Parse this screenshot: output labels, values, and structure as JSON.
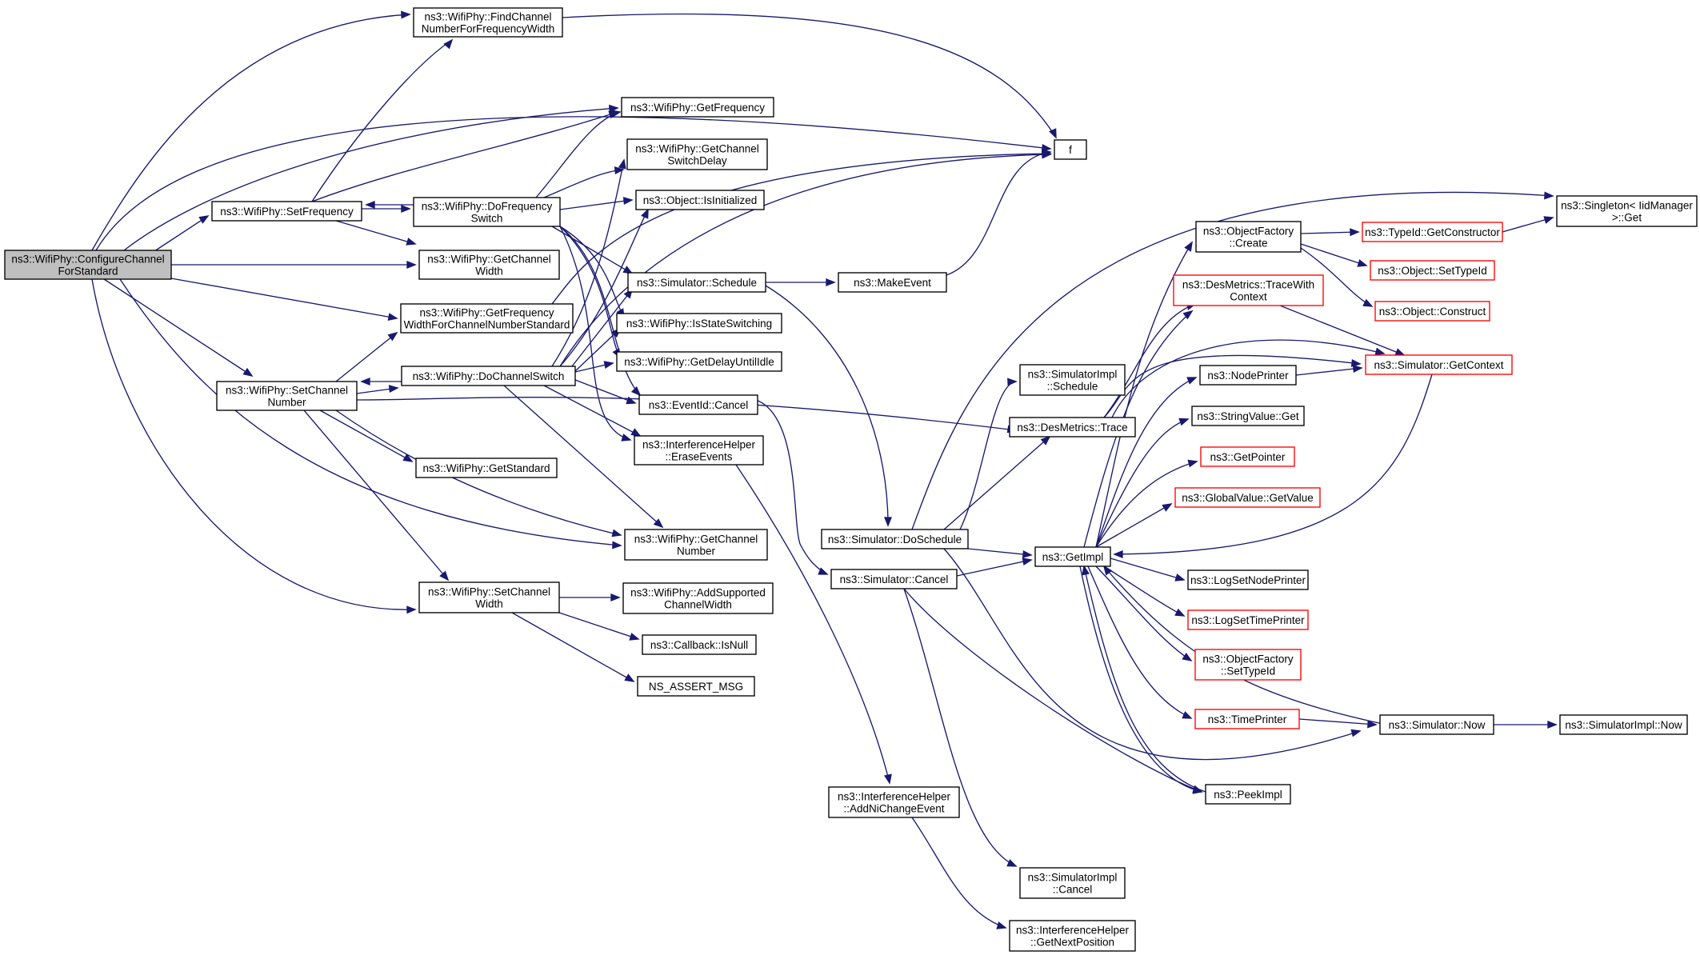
{
  "nodes": [
    {
      "id": "configure",
      "lines": [
        "ns3::WifiPhy::ConfigureChannel",
        "ForStandard"
      ],
      "style": "root"
    },
    {
      "id": "findchan",
      "lines": [
        "ns3::WifiPhy::FindChannel",
        "NumberForFrequencyWidth"
      ],
      "style": "normal"
    },
    {
      "id": "getfreq",
      "lines": [
        "ns3::WifiPhy::GetFrequency"
      ],
      "style": "normal"
    },
    {
      "id": "f",
      "lines": [
        "f"
      ],
      "style": "normal"
    },
    {
      "id": "getchswdelay",
      "lines": [
        "ns3::WifiPhy::GetChannel",
        "SwitchDelay"
      ],
      "style": "normal"
    },
    {
      "id": "setfreq",
      "lines": [
        "ns3::WifiPhy::SetFrequency"
      ],
      "style": "normal"
    },
    {
      "id": "dofreqsw",
      "lines": [
        "ns3::WifiPhy::DoFrequency",
        "Switch"
      ],
      "style": "normal"
    },
    {
      "id": "isinit",
      "lines": [
        "ns3::Object::IsInitialized"
      ],
      "style": "normal"
    },
    {
      "id": "getchwidth",
      "lines": [
        "ns3::WifiPhy::GetChannel",
        "Width"
      ],
      "style": "normal"
    },
    {
      "id": "schedule",
      "lines": [
        "ns3::Simulator::Schedule"
      ],
      "style": "normal"
    },
    {
      "id": "makeevent",
      "lines": [
        "ns3::MakeEvent"
      ],
      "style": "normal"
    },
    {
      "id": "getfreqwidth",
      "lines": [
        "ns3::WifiPhy::GetFrequency",
        "WidthForChannelNumberStandard"
      ],
      "style": "normal"
    },
    {
      "id": "isstatesw",
      "lines": [
        "ns3::WifiPhy::IsStateSwitching"
      ],
      "style": "normal"
    },
    {
      "id": "getdelay",
      "lines": [
        "ns3::WifiPhy::GetDelayUntilIdle"
      ],
      "style": "normal"
    },
    {
      "id": "setchnum",
      "lines": [
        "ns3::WifiPhy::SetChannel",
        "Number"
      ],
      "style": "normal"
    },
    {
      "id": "dochsw",
      "lines": [
        "ns3::WifiPhy::DoChannelSwitch"
      ],
      "style": "normal"
    },
    {
      "id": "evcancel",
      "lines": [
        "ns3::EventId::Cancel"
      ],
      "style": "normal"
    },
    {
      "id": "erase",
      "lines": [
        "ns3::InterferenceHelper",
        "::EraseEvents"
      ],
      "style": "normal"
    },
    {
      "id": "getstd",
      "lines": [
        "ns3::WifiPhy::GetStandard"
      ],
      "style": "normal"
    },
    {
      "id": "getchnum",
      "lines": [
        "ns3::WifiPhy::GetChannel",
        "Number"
      ],
      "style": "normal"
    },
    {
      "id": "setchwidth",
      "lines": [
        "ns3::WifiPhy::SetChannel",
        "Width"
      ],
      "style": "normal"
    },
    {
      "id": "addsupp",
      "lines": [
        "ns3::WifiPhy::AddSupported",
        "ChannelWidth"
      ],
      "style": "normal"
    },
    {
      "id": "isnull",
      "lines": [
        "ns3::Callback::IsNull"
      ],
      "style": "normal"
    },
    {
      "id": "assert",
      "lines": [
        "NS_ASSERT_MSG"
      ],
      "style": "normal"
    },
    {
      "id": "doschedule",
      "lines": [
        "ns3::Simulator::DoSchedule"
      ],
      "style": "normal"
    },
    {
      "id": "simcancel",
      "lines": [
        "ns3::Simulator::Cancel"
      ],
      "style": "normal"
    },
    {
      "id": "addni",
      "lines": [
        "ns3::InterferenceHelper",
        "::AddNiChangeEvent"
      ],
      "style": "normal"
    },
    {
      "id": "implschedule",
      "lines": [
        "ns3::SimulatorImpl",
        "::Schedule"
      ],
      "style": "normal"
    },
    {
      "id": "destrace",
      "lines": [
        "ns3::DesMetrics::Trace"
      ],
      "style": "normal"
    },
    {
      "id": "implcancel",
      "lines": [
        "ns3::SimulatorImpl",
        "::Cancel"
      ],
      "style": "normal"
    },
    {
      "id": "getnextpos",
      "lines": [
        "ns3::InterferenceHelper",
        "::GetNextPosition"
      ],
      "style": "normal"
    },
    {
      "id": "objcreate",
      "lines": [
        "ns3::ObjectFactory",
        "::Create"
      ],
      "style": "normal"
    },
    {
      "id": "tracewith",
      "lines": [
        "ns3::DesMetrics::TraceWith",
        "Context"
      ],
      "style": "red"
    },
    {
      "id": "nodeprinter",
      "lines": [
        "ns3::NodePrinter"
      ],
      "style": "normal"
    },
    {
      "id": "strget",
      "lines": [
        "ns3::StringValue::Get"
      ],
      "style": "normal"
    },
    {
      "id": "getpointer",
      "lines": [
        "ns3::GetPointer"
      ],
      "style": "red"
    },
    {
      "id": "gvget",
      "lines": [
        "ns3::GlobalValue::GetValue"
      ],
      "style": "red"
    },
    {
      "id": "getimpl",
      "lines": [
        "ns3::GetImpl"
      ],
      "style": "normal"
    },
    {
      "id": "lognode",
      "lines": [
        "ns3::LogSetNodePrinter"
      ],
      "style": "normal"
    },
    {
      "id": "logtime",
      "lines": [
        "ns3::LogSetTimePrinter"
      ],
      "style": "red"
    },
    {
      "id": "settypeid2",
      "lines": [
        "ns3::ObjectFactory",
        "::SetTypeId"
      ],
      "style": "red"
    },
    {
      "id": "timeprinter",
      "lines": [
        "ns3::TimePrinter"
      ],
      "style": "red"
    },
    {
      "id": "peekimpl",
      "lines": [
        "ns3::PeekImpl"
      ],
      "style": "normal"
    },
    {
      "id": "getctor",
      "lines": [
        "ns3::TypeId::GetConstructor"
      ],
      "style": "red"
    },
    {
      "id": "objsettid",
      "lines": [
        "ns3::Object::SetTypeId"
      ],
      "style": "red"
    },
    {
      "id": "objconstruct",
      "lines": [
        "ns3::Object::Construct"
      ],
      "style": "red"
    },
    {
      "id": "getcontext",
      "lines": [
        "ns3::Simulator::GetContext"
      ],
      "style": "red"
    },
    {
      "id": "singleton",
      "lines": [
        "ns3::Singleton< IidManager",
        ">::Get"
      ],
      "style": "normal"
    },
    {
      "id": "simnow",
      "lines": [
        "ns3::Simulator::Now"
      ],
      "style": "normal"
    },
    {
      "id": "implnow",
      "lines": [
        "ns3::SimulatorImpl::Now"
      ],
      "style": "normal"
    }
  ]
}
